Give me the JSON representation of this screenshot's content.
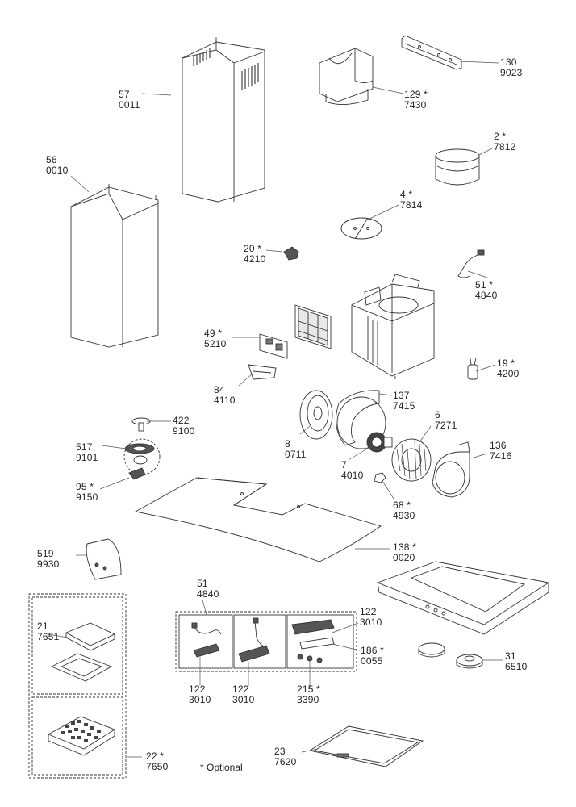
{
  "parts": [
    {
      "id": "p57",
      "num": "57",
      "code": "0011"
    },
    {
      "id": "p56",
      "num": "56",
      "code": "0010"
    },
    {
      "id": "p129",
      "num": "129 *",
      "code": "7430"
    },
    {
      "id": "p130",
      "num": "130",
      "code": "9023"
    },
    {
      "id": "p2",
      "num": "2 *",
      "code": "7812"
    },
    {
      "id": "p4",
      "num": "4 *",
      "code": "7814"
    },
    {
      "id": "p20",
      "num": "20 *",
      "code": "4210"
    },
    {
      "id": "p51a",
      "num": "51 *",
      "code": "4840"
    },
    {
      "id": "p49",
      "num": "49 *",
      "code": "5210"
    },
    {
      "id": "p84",
      "num": "84",
      "code": "4110"
    },
    {
      "id": "p19",
      "num": "19 *",
      "code": "4200"
    },
    {
      "id": "p422",
      "num": "422",
      "code": "9100"
    },
    {
      "id": "p137",
      "num": "137",
      "code": "7415"
    },
    {
      "id": "p6",
      "num": "6",
      "code": "7271"
    },
    {
      "id": "p517",
      "num": "517",
      "code": "9101"
    },
    {
      "id": "p8",
      "num": "8",
      "code": "0711"
    },
    {
      "id": "p136",
      "num": "136",
      "code": "7416"
    },
    {
      "id": "p7",
      "num": "7",
      "code": "4010"
    },
    {
      "id": "p95",
      "num": "95 *",
      "code": "9150"
    },
    {
      "id": "p68",
      "num": "68 *",
      "code": "4930"
    },
    {
      "id": "p138",
      "num": "138 *",
      "code": "0020"
    },
    {
      "id": "p519",
      "num": "519",
      "code": "9930"
    },
    {
      "id": "p51b",
      "num": "51",
      "code": "4840"
    },
    {
      "id": "p122a",
      "num": "122",
      "code": "3010"
    },
    {
      "id": "p21",
      "num": "21",
      "code": "7651"
    },
    {
      "id": "p186",
      "num": "186 *",
      "code": "0055"
    },
    {
      "id": "p31",
      "num": "31",
      "code": "6510"
    },
    {
      "id": "p122b",
      "num": "122",
      "code": "3010"
    },
    {
      "id": "p122c",
      "num": "122",
      "code": "3010"
    },
    {
      "id": "p215",
      "num": "215 *",
      "code": "3390"
    },
    {
      "id": "p22",
      "num": "22 *",
      "code": "7650"
    },
    {
      "id": "p23",
      "num": "23",
      "code": "7620"
    }
  ],
  "note": "* Optional",
  "colors": {
    "line": "#333333",
    "fill": "#ffffff",
    "shade": "#d8d8d8",
    "dark": "#555555"
  }
}
